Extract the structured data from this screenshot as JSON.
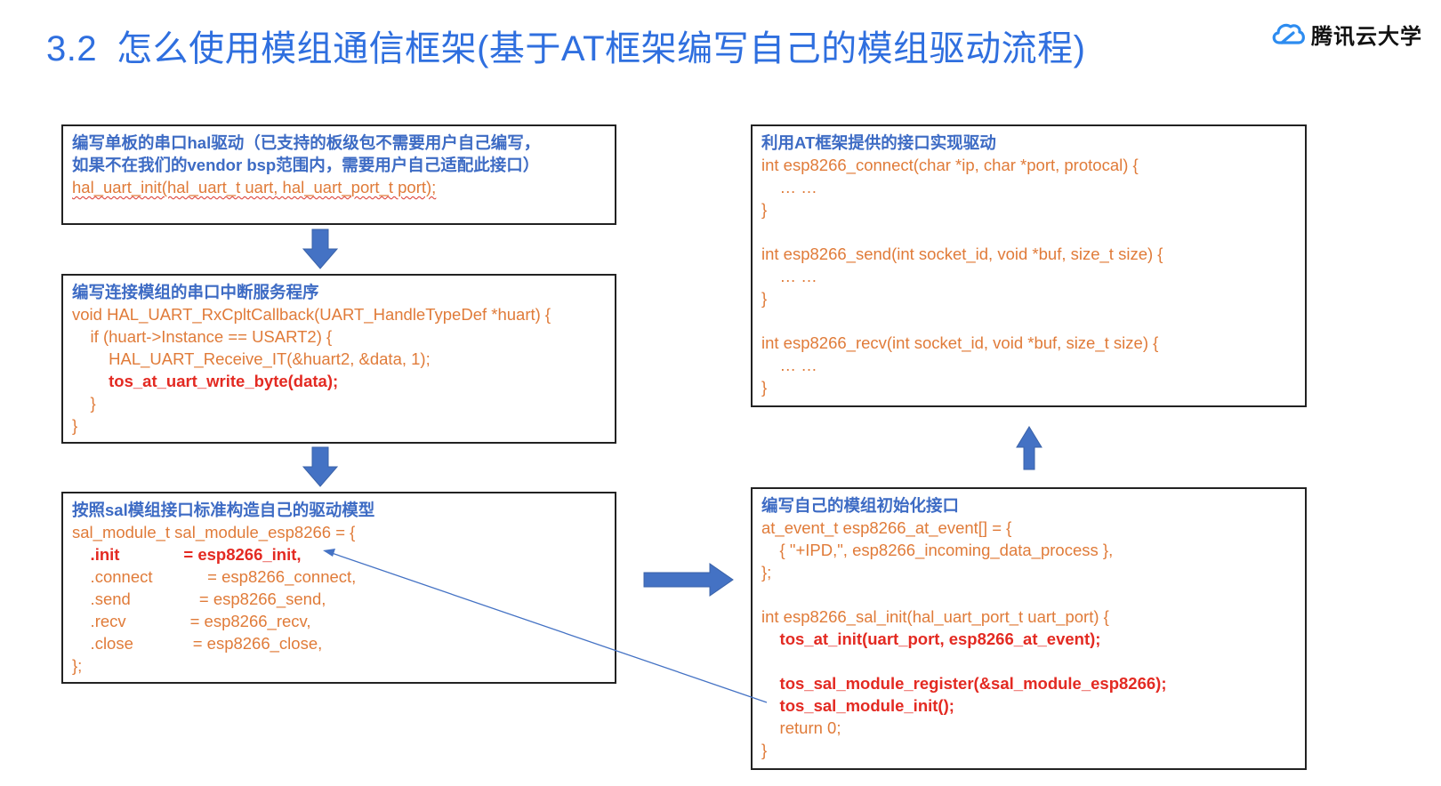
{
  "title": {
    "number": "3.2",
    "text": "怎么使用模组通信框架(基于AT框架编写自己的模组驱动流程)"
  },
  "logo": {
    "text": "腾讯云大学",
    "icon": "cloud-icon"
  },
  "colors": {
    "title": "#2f6fdf",
    "header": "#3d6bc4",
    "code": "#e07b39",
    "highlight": "#e32a22",
    "arrow": "#4472c4"
  },
  "box1": {
    "header1": "编写单板的串口hal驱动（已支持的板级包不需要用户自己编写，",
    "header2": "如果不在我们的vendor bsp范围内，需要用户自己适配此接口）",
    "code1": "hal_uart_init(hal_uart_t uart, hal_uart_port_t port);"
  },
  "box2": {
    "header": "编写连接模组的串口中断服务程序",
    "lines": [
      "void HAL_UART_RxCpltCallback(UART_HandleTypeDef *huart) {",
      "    if (huart->Instance == USART2) {",
      "        HAL_UART_Receive_IT(&huart2, &data, 1);",
      "        tos_at_uart_write_byte(data);",
      "    }",
      "}"
    ]
  },
  "box3": {
    "header": "按照sal模组接口标准构造自己的驱动模型",
    "lines": [
      "sal_module_t sal_module_esp8266 = {",
      "    .init              = esp8266_init,",
      "    .connect            = esp8266_connect,",
      "    .send               = esp8266_send,",
      "    .recv              = esp8266_recv,",
      "    .close             = esp8266_close,",
      "};"
    ]
  },
  "box4": {
    "header": "利用AT框架提供的接口实现驱动",
    "lines": [
      "int esp8266_connect(char *ip, char *port, protocal) {",
      "    … …",
      "}",
      "",
      "int esp8266_send(int socket_id, void *buf, size_t size) {",
      "    … …",
      "}",
      "",
      "int esp8266_recv(int socket_id, void *buf, size_t size) {",
      "    … …",
      "}"
    ]
  },
  "box5": {
    "header": "编写自己的模组初始化接口",
    "lines": [
      "at_event_t esp8266_at_event[] = {",
      "    { \"+IPD,\", esp8266_incoming_data_process },",
      "};",
      "",
      "int esp8266_sal_init(hal_uart_port_t uart_port) {",
      "    tos_at_init(uart_port, esp8266_at_event);",
      "",
      "    tos_sal_module_register(&sal_module_esp8266);",
      "    tos_sal_module_init();",
      "    return 0;",
      "}"
    ]
  }
}
